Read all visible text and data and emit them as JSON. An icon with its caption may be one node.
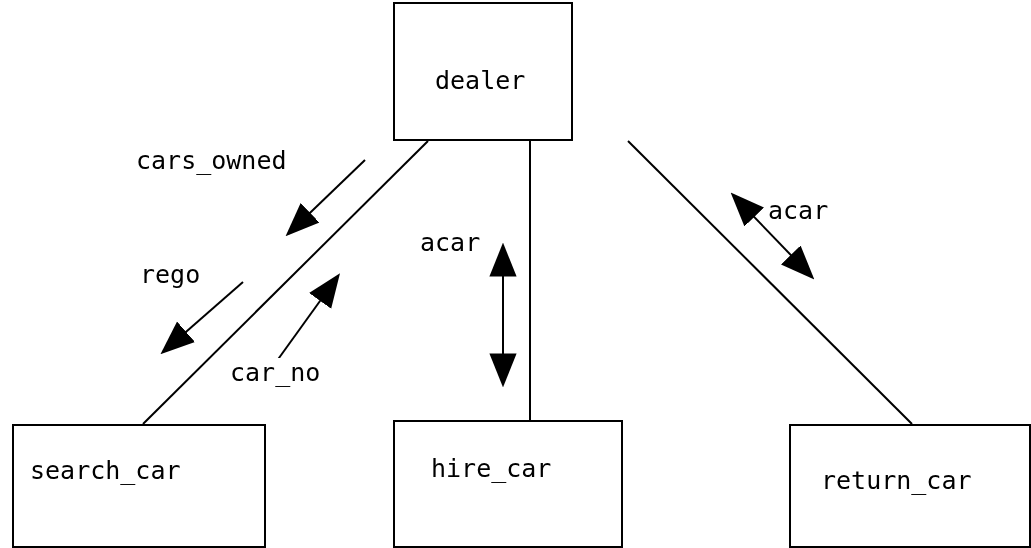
{
  "diagram": {
    "nodes": [
      {
        "text": [
          "dealer"
        ]
      },
      {
        "text": [
          "search_car"
        ]
      },
      {
        "text": [
          "hire_car"
        ]
      },
      {
        "text": [
          "return_car"
        ]
      }
    ],
    "edges": [
      {
        "from": 0,
        "to": 1,
        "arrow": "none"
      },
      {
        "from": 0,
        "to": 2,
        "arrow": "none"
      },
      {
        "from": 0,
        "to": 3,
        "arrow": "none"
      }
    ],
    "labels": [
      "cars_owned",
      "acar",
      "acar",
      "rego",
      "car_no"
    ]
  }
}
